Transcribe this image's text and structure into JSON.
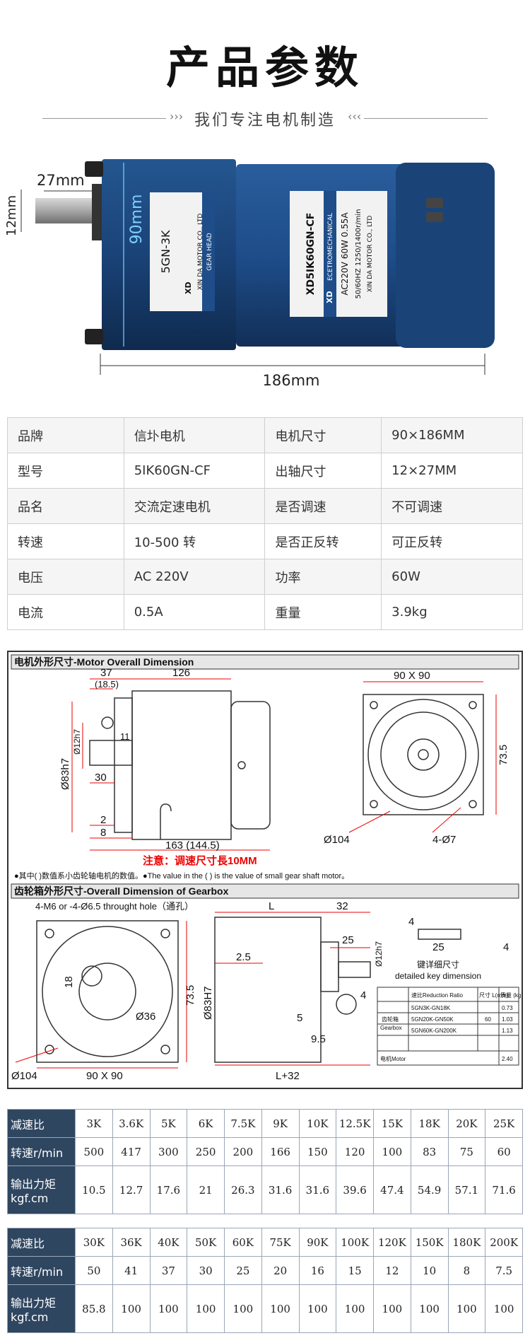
{
  "header": {
    "title": "产品参数",
    "subtitle": "我们专注电机制造"
  },
  "photo": {
    "dim_shaft_len": "27mm",
    "dim_shaft_dia": "12mm",
    "dim_height": "90mm",
    "dim_length": "186mm",
    "gear_label_model": "5GN-3K",
    "gear_label_type": "GEAR HEAD",
    "gear_label_brand": "XD",
    "gear_label_maker": "XIN DA MOTOR CO., LTD",
    "motor_label_model": "XD5IK60GN-CF",
    "motor_label_brand": "XD",
    "motor_label_line1": "ECETROMECHANICAL",
    "motor_label_line2": "AC220V 60W 0.55A",
    "motor_label_line3": "50/60HZ 1250/1400r/min",
    "motor_label_maker": "XIN DA MOTOR CO., LTD",
    "colors": {
      "motor_body": "#1e4d8a",
      "gear_body": "#1a4378"
    }
  },
  "specs": [
    [
      "品牌",
      "信圤电机",
      "电机尺寸",
      "90×186MM"
    ],
    [
      "型号",
      "5IK60GN-CF",
      "出轴尺寸",
      "12×27MM"
    ],
    [
      "品名",
      "交流定速电机",
      "是否调速",
      "不可调速"
    ],
    [
      "转速",
      "10-500 转",
      "是否正反转",
      "可正反转"
    ],
    [
      "电压",
      "AC 220V",
      "功率",
      "60W"
    ],
    [
      "电流",
      "0.5A",
      "重量",
      "3.9kg"
    ]
  ],
  "drawing": {
    "motor_section_title": "电机外形尺寸-Motor Overall Dimension",
    "gear_section_title": "齿轮箱外形尺寸-Overall Dimension of Gearbox",
    "motor_dims": {
      "d37": "37",
      "d18_5": "(18.5)",
      "d126": "126",
      "d12h7": "Ø12h7",
      "d11": "11",
      "d83h7": "Ø83h7",
      "d30": "30",
      "d2": "2",
      "d8": "8",
      "d163": "163 (144.5)",
      "d90x90": "90 X 90",
      "d73_5": "73.5",
      "d104": "Ø104",
      "d4_7": "4-Ø7"
    },
    "motor_note_red": "注意：调速尺寸長10MM",
    "motor_note": "●其中( )数值系小齿轮轴电机的数值。●The value in the ( ) is the value of small gear shaft motor。",
    "gear_dims": {
      "hole": "4-M6 or -4-Ø6.5 throught hole（通孔）",
      "L": "L",
      "d32": "32",
      "d25": "25",
      "d12h7": "Ø12h7",
      "d2_5": "2.5",
      "d18": "18",
      "d36": "Ø36",
      "d73_5": "73.5",
      "d83h7": "Ø83H7",
      "d5": "5",
      "d9_5": "9.5",
      "d4": "4",
      "d104": "Ø104",
      "d90x90": "90 X 90",
      "dL32": "L+32",
      "key_25": "25",
      "key_4a": "4",
      "key_4b": "4"
    },
    "key_caption_cn": "键详细尺寸",
    "key_caption_en": "detailed key dimension",
    "mini_table": {
      "col_ratio": "速比Reduction Ratio",
      "col_size": "尺寸 L(mm)",
      "col_weight": "质量 (kg)",
      "group_label_cn": "齿轮箱",
      "group_label_en": "Gearbox",
      "rows": [
        [
          "5GN3K-GN18K",
          "0.73"
        ],
        [
          "5GN20K-GN50K",
          "1.03"
        ],
        [
          "5GN60K-GN200K",
          "1.13"
        ]
      ],
      "size_value": "60",
      "motor_label": "电机Motor",
      "motor_weight": "2.40"
    }
  },
  "ratio_tables": [
    {
      "ratio_label": "减速比",
      "speed_label": "转速r/min",
      "torque_label_1": "输出力矩",
      "torque_label_2": "kgf.cm",
      "ratios": [
        "3K",
        "3.6K",
        "5K",
        "6K",
        "7.5K",
        "9K",
        "10K",
        "12.5K",
        "15K",
        "18K",
        "20K",
        "25K"
      ],
      "speeds": [
        "500",
        "417",
        "300",
        "250",
        "200",
        "166",
        "150",
        "120",
        "100",
        "83",
        "75",
        "60"
      ],
      "torques": [
        "10.5",
        "12.7",
        "17.6",
        "21",
        "26.3",
        "31.6",
        "31.6",
        "39.6",
        "47.4",
        "54.9",
        "57.1",
        "71.6"
      ]
    },
    {
      "ratio_label": "减速比",
      "speed_label": "转速r/min",
      "torque_label_1": "输出力矩",
      "torque_label_2": "kgf.cm",
      "ratios": [
        "30K",
        "36K",
        "40K",
        "50K",
        "60K",
        "75K",
        "90K",
        "100K",
        "120K",
        "150K",
        "180K",
        "200K"
      ],
      "speeds": [
        "50",
        "41",
        "37",
        "30",
        "25",
        "20",
        "16",
        "15",
        "12",
        "10",
        "8",
        "7.5"
      ],
      "torques": [
        "85.8",
        "100",
        "100",
        "100",
        "100",
        "100",
        "100",
        "100",
        "100",
        "100",
        "100",
        "100"
      ]
    }
  ]
}
